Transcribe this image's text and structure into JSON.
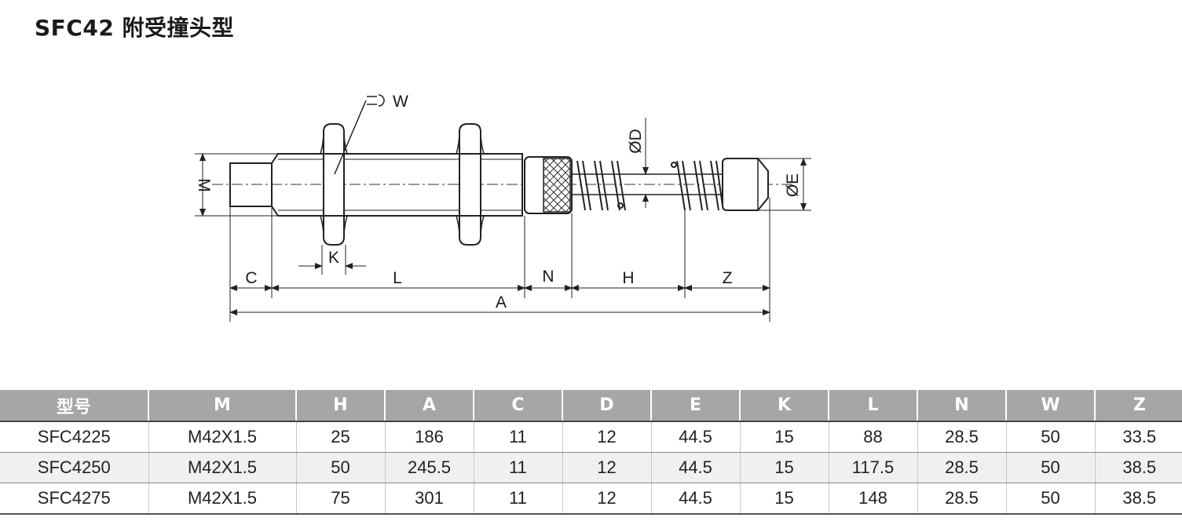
{
  "title": "SFC42  附受撞头型",
  "drawing": {
    "labels": {
      "M": "M",
      "W": "W",
      "D": "ØD",
      "E": "ØE",
      "K": "K",
      "C": "C",
      "L": "L",
      "N": "N",
      "H": "H",
      "Z": "Z",
      "A": "A"
    }
  },
  "table": {
    "headers": [
      "型号",
      "M",
      "H",
      "A",
      "C",
      "D",
      "E",
      "K",
      "L",
      "N",
      "W",
      "Z"
    ],
    "rows": [
      [
        "SFC4225",
        "M42X1.5",
        "25",
        "186",
        "11",
        "12",
        "44.5",
        "15",
        "88",
        "28.5",
        "50",
        "33.5"
      ],
      [
        "SFC4250",
        "M42X1.5",
        "50",
        "245.5",
        "11",
        "12",
        "44.5",
        "15",
        "117.5",
        "28.5",
        "50",
        "38.5"
      ],
      [
        "SFC4275",
        "M42X1.5",
        "75",
        "301",
        "11",
        "12",
        "44.5",
        "15",
        "148",
        "28.5",
        "50",
        "38.5"
      ]
    ]
  }
}
